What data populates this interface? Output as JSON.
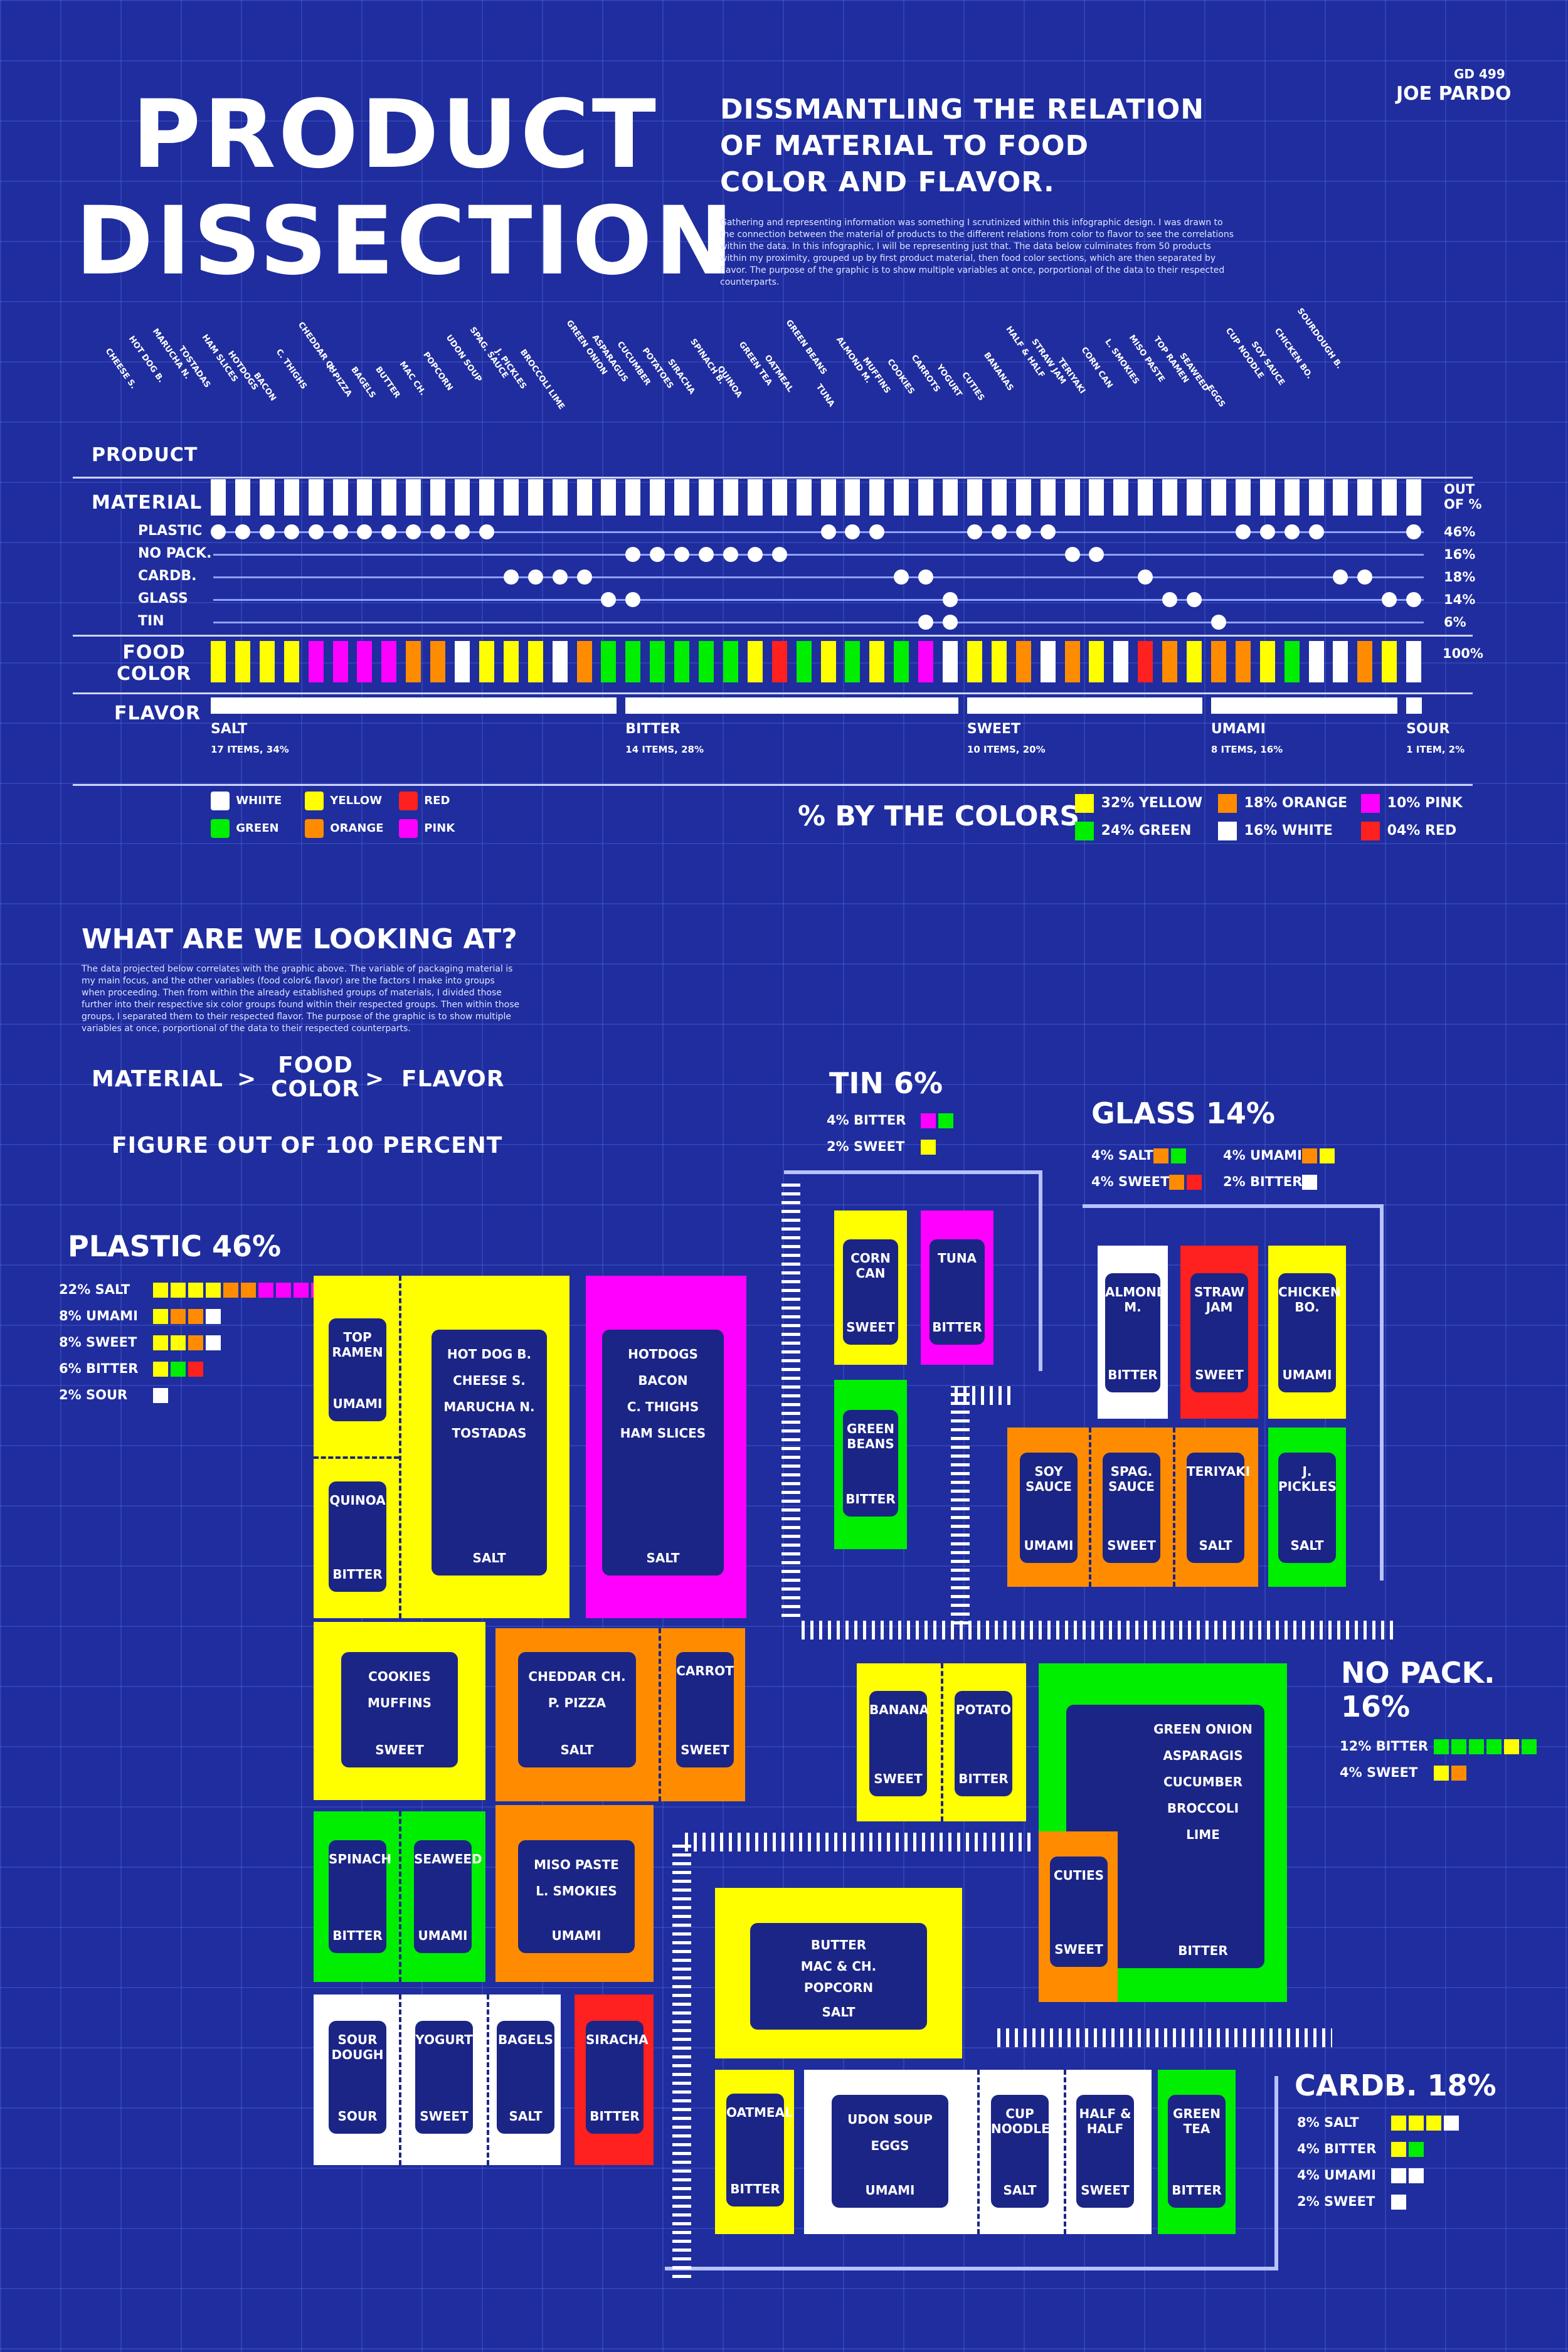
{
  "header": {
    "title_l1": "PRODUCT",
    "title_l2": "DISSECTION",
    "sub_l1": "DISSMANTLING THE RELATION",
    "sub_l2": "OF MATERIAL TO FOOD",
    "sub_l3": "COLOR AND FLAVOR.",
    "course": "GD 499",
    "author": "JOE PARDO",
    "intro": "Gathering and representing information was something I scrutinized within this infographic design. I was drawn to the connection between the material of products to the different relations from color to flavor to see the correlations within the data. In this infographic, I will be representing just that. The data below culminates from 50 products within my proximity, grouped up by first product material, then food color sections, which are then separated by flavor. The purpose of the graphic is to show multiple variables at once, porportional of the data to their respected counterparts."
  },
  "matrix": {
    "product_label": "PRODUCT",
    "material_label": "MATERIAL",
    "food_color_l1": "FOOD",
    "food_color_l2": "COLOR",
    "flavor_label": "FLAVOR",
    "out_of_l1": "OUT",
    "out_of_l2": "OF %",
    "food_color_pct": "100%",
    "products": [
      "CHEESE S.",
      "HOT DOG B.",
      "MARUCHA N.",
      "TOSTADAS",
      "HAM SLICES",
      "HOTDOGS",
      "BACON",
      "C. THIGHS",
      "CHEDDAR CH.",
      "P. PIZZA",
      "BAGELS",
      "BUTTER",
      "MAC CH.",
      "POPCORN",
      "UDON SOUP",
      "SPAG. SAUCE",
      "J. PICKLES",
      "BROCCOLI",
      "LIME",
      "GREEN ONION",
      "ASPARAGUS",
      "CUCUMBER",
      "POTATOES",
      "SIRACHA",
      "SPINACH B.",
      "QUINOA",
      "GREEN TEA",
      "OATMEAL",
      "GREEN BEANS",
      "TUNA",
      "ALMOND M.",
      "MUFFINS",
      "COOKIES",
      "CARROTS",
      "YOGURT",
      "CUTIES",
      "BANANAS",
      "HALF & HALF",
      "STRAW JAM",
      "TERIYAKI",
      "CORN CAN",
      "L. SMOKIES",
      "MISO PASTE",
      "TOP RAMEN",
      "SEAWEED",
      "EGGS",
      "CUP NOODLE",
      "SOY SAUCE",
      "CHICKEN BO.",
      "SOURDOUGH B."
    ],
    "materials": [
      {
        "name": "PLASTIC",
        "pct": "46%",
        "dots": [
          0,
          1,
          2,
          3,
          4,
          5,
          6,
          7,
          8,
          9,
          10,
          11,
          25,
          26,
          27,
          31,
          32,
          33,
          34,
          42,
          43,
          44,
          45,
          49
        ]
      },
      {
        "name": "NO PACK.",
        "pct": "16%",
        "dots": [
          17,
          18,
          19,
          20,
          21,
          22,
          23,
          35,
          36
        ]
      },
      {
        "name": "CARDB.",
        "pct": "18%",
        "dots": [
          12,
          13,
          14,
          15,
          28,
          29,
          38,
          46,
          47
        ]
      },
      {
        "name": "GLASS",
        "pct": "14%",
        "dots": [
          16,
          17,
          30,
          39,
          40,
          48,
          49
        ]
      },
      {
        "name": "TIN",
        "pct": "6%",
        "dots": [
          29,
          30,
          41
        ]
      }
    ],
    "colors": [
      "#ffff00",
      "#ffff00",
      "#ffff00",
      "#ffff00",
      "#ff00ff",
      "#ff00ff",
      "#ff00ff",
      "#ff00ff",
      "#ff8c00",
      "#ff8c00",
      "#ffffff",
      "#ffff00",
      "#ffff00",
      "#ffff00",
      "#ffffff",
      "#ff8c00",
      "#00ee00",
      "#00ee00",
      "#00ee00",
      "#00ee00",
      "#00ee00",
      "#00ee00",
      "#ffff00",
      "#ff2020",
      "#00ee00",
      "#ffff00",
      "#00ee00",
      "#ffff00",
      "#00ee00",
      "#ff00ff",
      "#ffffff",
      "#ffff00",
      "#ffff00",
      "#ff8c00",
      "#ffffff",
      "#ff8c00",
      "#ffff00",
      "#ffffff",
      "#ff2020",
      "#ff8c00",
      "#ffff00",
      "#ff8c00",
      "#ff8c00",
      "#ffff00",
      "#00ee00",
      "#ffffff",
      "#ffffff",
      "#ff8c00",
      "#ffff00",
      "#ffffff"
    ],
    "flavors": [
      {
        "name": "SALT",
        "count": "17 ITEMS, 34%",
        "n": 17
      },
      {
        "name": "BITTER",
        "count": "14 ITEMS, 28%",
        "n": 14
      },
      {
        "name": "SWEET",
        "count": "10 ITEMS, 20%",
        "n": 10
      },
      {
        "name": "UMAMI",
        "count": "8 ITEMS, 16%",
        "n": 8
      },
      {
        "name": "SOUR",
        "count": "1 ITEM, 2%",
        "n": 1
      }
    ]
  },
  "legend": {
    "items": [
      {
        "name": "WHIITE",
        "color": "#ffffff"
      },
      {
        "name": "YELLOW",
        "color": "#ffff00"
      },
      {
        "name": "RED",
        "color": "#ff2020"
      },
      {
        "name": "GREEN",
        "color": "#00ee00"
      },
      {
        "name": "ORANGE",
        "color": "#ff8c00"
      },
      {
        "name": "PINK",
        "color": "#ff00ff"
      }
    ],
    "by_colors_title": "% BY THE COLORS",
    "by_colors": [
      {
        "pct": "32%",
        "name": "YELLOW",
        "color": "#ffff00"
      },
      {
        "pct": "18%",
        "name": "ORANGE",
        "color": "#ff8c00"
      },
      {
        "pct": "10%",
        "name": "PINK",
        "color": "#ff00ff"
      },
      {
        "pct": "24%",
        "name": "GREEN",
        "color": "#00ee00"
      },
      {
        "pct": "16%",
        "name": "WHITE",
        "color": "#ffffff"
      },
      {
        "pct": "04%",
        "name": "RED",
        "color": "#ff2020"
      }
    ]
  },
  "looking": {
    "title": "WHAT ARE WE LOOKING AT?",
    "body": "The data projected below correlates with the graphic above. The variable of packaging material is my main focus, and the other variables (food color& flavor) are the factors I make into groups when proceeding. Then from within the already established groups of materials, I divided those further into their respective six color groups found within their respected groups. Then within those groups, I separated them to their respected flavor. The purpose of the graphic is to show multiple variables at once, porportional of the data to their respected counterparts.",
    "flow_a": "MATERIAL",
    "arrow": ">",
    "flow_b1": "FOOD",
    "flow_b2": "COLOR",
    "flow_c": "FLAVOR",
    "figure": "FIGURE OUT OF 100 PERCENT"
  },
  "groups": {
    "plastic": {
      "title": "PLASTIC 46%",
      "rows": [
        {
          "pct": "22%",
          "name": "SALT",
          "c": [
            "#ffff00",
            "#ffff00",
            "#ffff00",
            "#ffff00",
            "#ff8c00",
            "#ff8c00",
            "#ff00ff",
            "#ff00ff",
            "#ff00ff",
            "#ff00ff",
            "#ffffff"
          ]
        },
        {
          "pct": "8%",
          "name": "UMAMI",
          "c": [
            "#ffff00",
            "#ff8c00",
            "#ff8c00",
            "#ffffff"
          ]
        },
        {
          "pct": "8%",
          "name": "SWEET",
          "c": [
            "#ffff00",
            "#ffff00",
            "#ff8c00",
            "#ffffff"
          ]
        },
        {
          "pct": "6%",
          "name": "BITTER",
          "c": [
            "#ffff00",
            "#00ee00",
            "#ff2020"
          ]
        },
        {
          "pct": "2%",
          "name": "SOUR",
          "c": [
            "#ffffff"
          ]
        }
      ]
    },
    "tin": {
      "title": "TIN 6%",
      "rows": [
        {
          "pct": "4%",
          "name": "BITTER",
          "c": [
            "#ff00ff",
            "#00ee00"
          ]
        },
        {
          "pct": "2%",
          "name": "SWEET",
          "c": [
            "#ffff00"
          ]
        }
      ]
    },
    "glass": {
      "title": "GLASS 14%",
      "rows": [
        {
          "pct": "4%",
          "name": "SALT",
          "c": [
            "#ff8c00",
            "#00ee00"
          ]
        },
        {
          "pct": "4%",
          "name": "UMAMI",
          "c": [
            "#ff8c00",
            "#ffff00"
          ]
        },
        {
          "pct": "4%",
          "name": "SWEET",
          "c": [
            "#ff8c00",
            "#ff2020"
          ]
        },
        {
          "pct": "2%",
          "name": "BITTER",
          "c": [
            "#ffffff"
          ]
        }
      ]
    },
    "nopack": {
      "title_l1": "NO PACK.",
      "title_l2": "16%",
      "rows": [
        {
          "pct": "12%",
          "name": "BITTER",
          "c": [
            "#00ee00",
            "#00ee00",
            "#00ee00",
            "#00ee00",
            "#ffff00",
            "#00ee00"
          ]
        },
        {
          "pct": "4%",
          "name": "SWEET",
          "c": [
            "#ffff00",
            "#ff8c00"
          ]
        }
      ]
    },
    "cardb": {
      "title": "CARDB. 18%",
      "rows": [
        {
          "pct": "8%",
          "name": "SALT",
          "c": [
            "#ffff00",
            "#ffff00",
            "#ffff00",
            "#ffffff"
          ]
        },
        {
          "pct": "4%",
          "name": "BITTER",
          "c": [
            "#ffff00",
            "#00ee00"
          ]
        },
        {
          "pct": "4%",
          "name": "UMAMI",
          "c": [
            "#ffffff",
            "#ffffff"
          ]
        },
        {
          "pct": "2%",
          "name": "SWEET",
          "c": [
            "#ffffff"
          ]
        }
      ]
    }
  },
  "cards": {
    "top_ramen": {
      "name": "TOP RAMEN",
      "flavor": "UMAMI"
    },
    "quinoa": {
      "name": "QUINOA",
      "flavor": "BITTER"
    },
    "hotdogb": {
      "l1": "HOT DOG B.",
      "l2": "CHEESE S.",
      "l3": "MARUCHA N.",
      "l4": "TOSTADAS",
      "flavor": "SALT"
    },
    "hotdogs": {
      "l1": "HOTDOGS",
      "l2": "BACON",
      "l3": "C. THIGHS",
      "l4": "HAM SLICES",
      "flavor": "SALT"
    },
    "cookies": {
      "l1": "COOKIES",
      "l2": "MUFFINS",
      "flavor": "SWEET"
    },
    "cheddar": {
      "l1": "CHEDDAR CH.",
      "l2": "P. PIZZA",
      "flavor": "SALT"
    },
    "carrot": {
      "name": "CARROT",
      "flavor": "SWEET"
    },
    "spinach": {
      "name": "SPINACH",
      "flavor": "BITTER"
    },
    "seaweed": {
      "name": "SEAWEED",
      "flavor": "UMAMI"
    },
    "miso": {
      "l1": "MISO PASTE",
      "l2": "L. SMOKIES",
      "flavor": "UMAMI"
    },
    "sourdough": {
      "name": "SOUR DOUGH",
      "flavor": "SOUR"
    },
    "yogurt": {
      "name": "YOGURT",
      "flavor": "SWEET"
    },
    "bagels": {
      "name": "BAGELS",
      "flavor": "SALT"
    },
    "siracha": {
      "name": "SIRACHA",
      "flavor": "BITTER"
    },
    "corn": {
      "name": "CORN CAN",
      "flavor": "SWEET"
    },
    "tuna": {
      "name": "TUNA",
      "flavor": "BITTER"
    },
    "greenbeans": {
      "name": "GREEN BEANS",
      "flavor": "BITTER"
    },
    "almond": {
      "name": "ALMOND M.",
      "flavor": "BITTER"
    },
    "strawjam": {
      "name": "STRAW JAM",
      "flavor": "SWEET"
    },
    "chicken": {
      "name": "CHICKEN BO.",
      "flavor": "UMAMI"
    },
    "soysauce": {
      "name": "SOY SAUCE",
      "flavor": "UMAMI"
    },
    "spag": {
      "name": "SPAG. SAUCE",
      "flavor": "SWEET"
    },
    "teriyaki": {
      "name": "TERIYAKI",
      "flavor": "SALT"
    },
    "jpickles": {
      "name": "J. PICKLES",
      "flavor": "SALT"
    },
    "banana": {
      "name": "BANANA",
      "flavor": "SWEET"
    },
    "potato": {
      "name": "POTATO",
      "flavor": "BITTER"
    },
    "greenonion": {
      "l1": "GREEN ONION",
      "l2": "ASPARAGIS",
      "l3": "CUCUMBER",
      "l4": "BROCCOLI",
      "l5": "LIME",
      "flavor": "BITTER"
    },
    "cuties": {
      "name": "CUTIES",
      "flavor": "SWEET"
    },
    "butter": {
      "l1": "BUTTER",
      "l2": "MAC & CH.",
      "l3": "POPCORN",
      "flavor": "SALT"
    },
    "oatmeal": {
      "name": "OATMEAL",
      "flavor": "BITTER"
    },
    "udon": {
      "l1": "UDON SOUP",
      "l2": "EGGS",
      "flavor": "UMAMI"
    },
    "cupnoodle": {
      "name": "CUP NOODLE",
      "flavor": "SALT"
    },
    "halfhalf": {
      "name": "HALF & HALF",
      "flavor": "SWEET"
    },
    "greentea": {
      "name": "GREEN TEA",
      "flavor": "BITTER"
    }
  }
}
